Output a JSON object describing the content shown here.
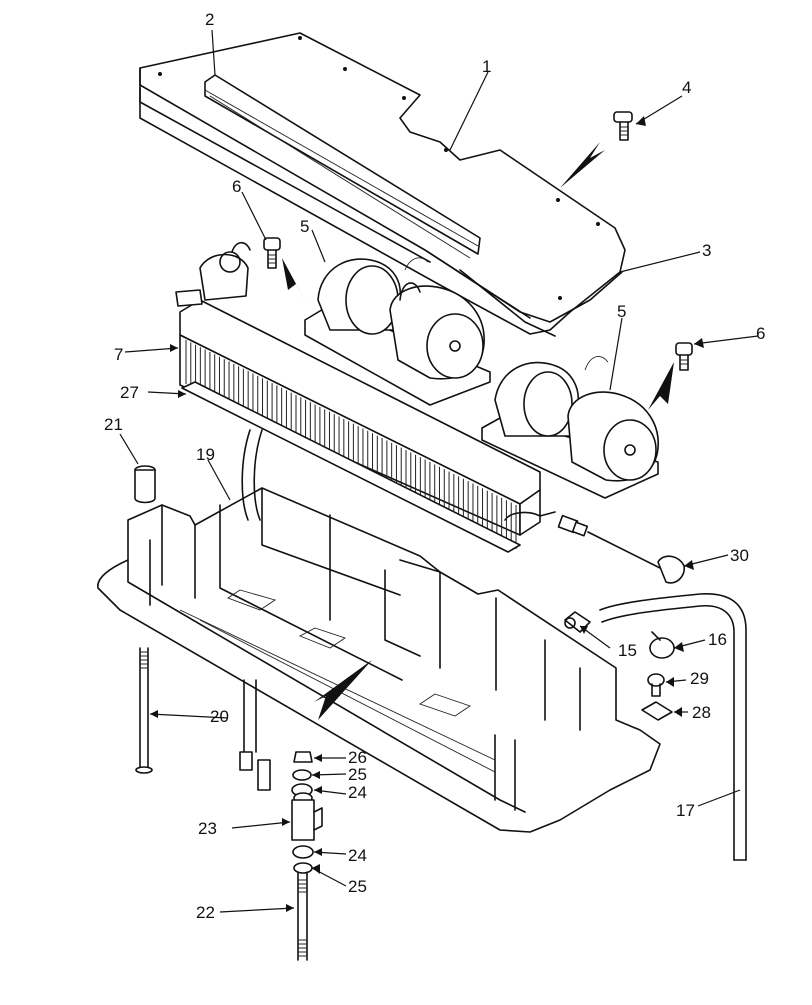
{
  "diagram": {
    "callouts": [
      {
        "id": "c1",
        "label": "1",
        "part": "top cover"
      },
      {
        "id": "c2",
        "label": "2",
        "part": "seal strip"
      },
      {
        "id": "c3",
        "label": "3",
        "part": "lower cover plate"
      },
      {
        "id": "c4",
        "label": "4",
        "part": "screw"
      },
      {
        "id": "c5a",
        "label": "5",
        "part": "blower motor"
      },
      {
        "id": "c5b",
        "label": "5",
        "part": "blower motor"
      },
      {
        "id": "c6a",
        "label": "6",
        "part": "screw"
      },
      {
        "id": "c6b",
        "label": "6",
        "part": "screw"
      },
      {
        "id": "c7",
        "label": "7",
        "part": "evaporator core"
      },
      {
        "id": "c15",
        "label": "15",
        "part": "fitting"
      },
      {
        "id": "c16",
        "label": "16",
        "part": "hose clamp"
      },
      {
        "id": "c17",
        "label": "17",
        "part": "drain hose"
      },
      {
        "id": "c19",
        "label": "19",
        "part": "housing"
      },
      {
        "id": "c20",
        "label": "20",
        "part": "stud"
      },
      {
        "id": "c21",
        "label": "21",
        "part": "spacer"
      },
      {
        "id": "c22",
        "label": "22",
        "part": "stud"
      },
      {
        "id": "c23",
        "label": "23",
        "part": "isolator"
      },
      {
        "id": "c24a",
        "label": "24",
        "part": "washer"
      },
      {
        "id": "c24b",
        "label": "24",
        "part": "washer"
      },
      {
        "id": "c25a",
        "label": "25",
        "part": "washer"
      },
      {
        "id": "c25b",
        "label": "25",
        "part": "washer"
      },
      {
        "id": "c26",
        "label": "26",
        "part": "nut"
      },
      {
        "id": "c27",
        "label": "27",
        "part": "seal"
      },
      {
        "id": "c28",
        "label": "28",
        "part": "bracket"
      },
      {
        "id": "c29",
        "label": "29",
        "part": "screw"
      },
      {
        "id": "c30",
        "label": "30",
        "part": "thermostat sensor"
      }
    ]
  }
}
